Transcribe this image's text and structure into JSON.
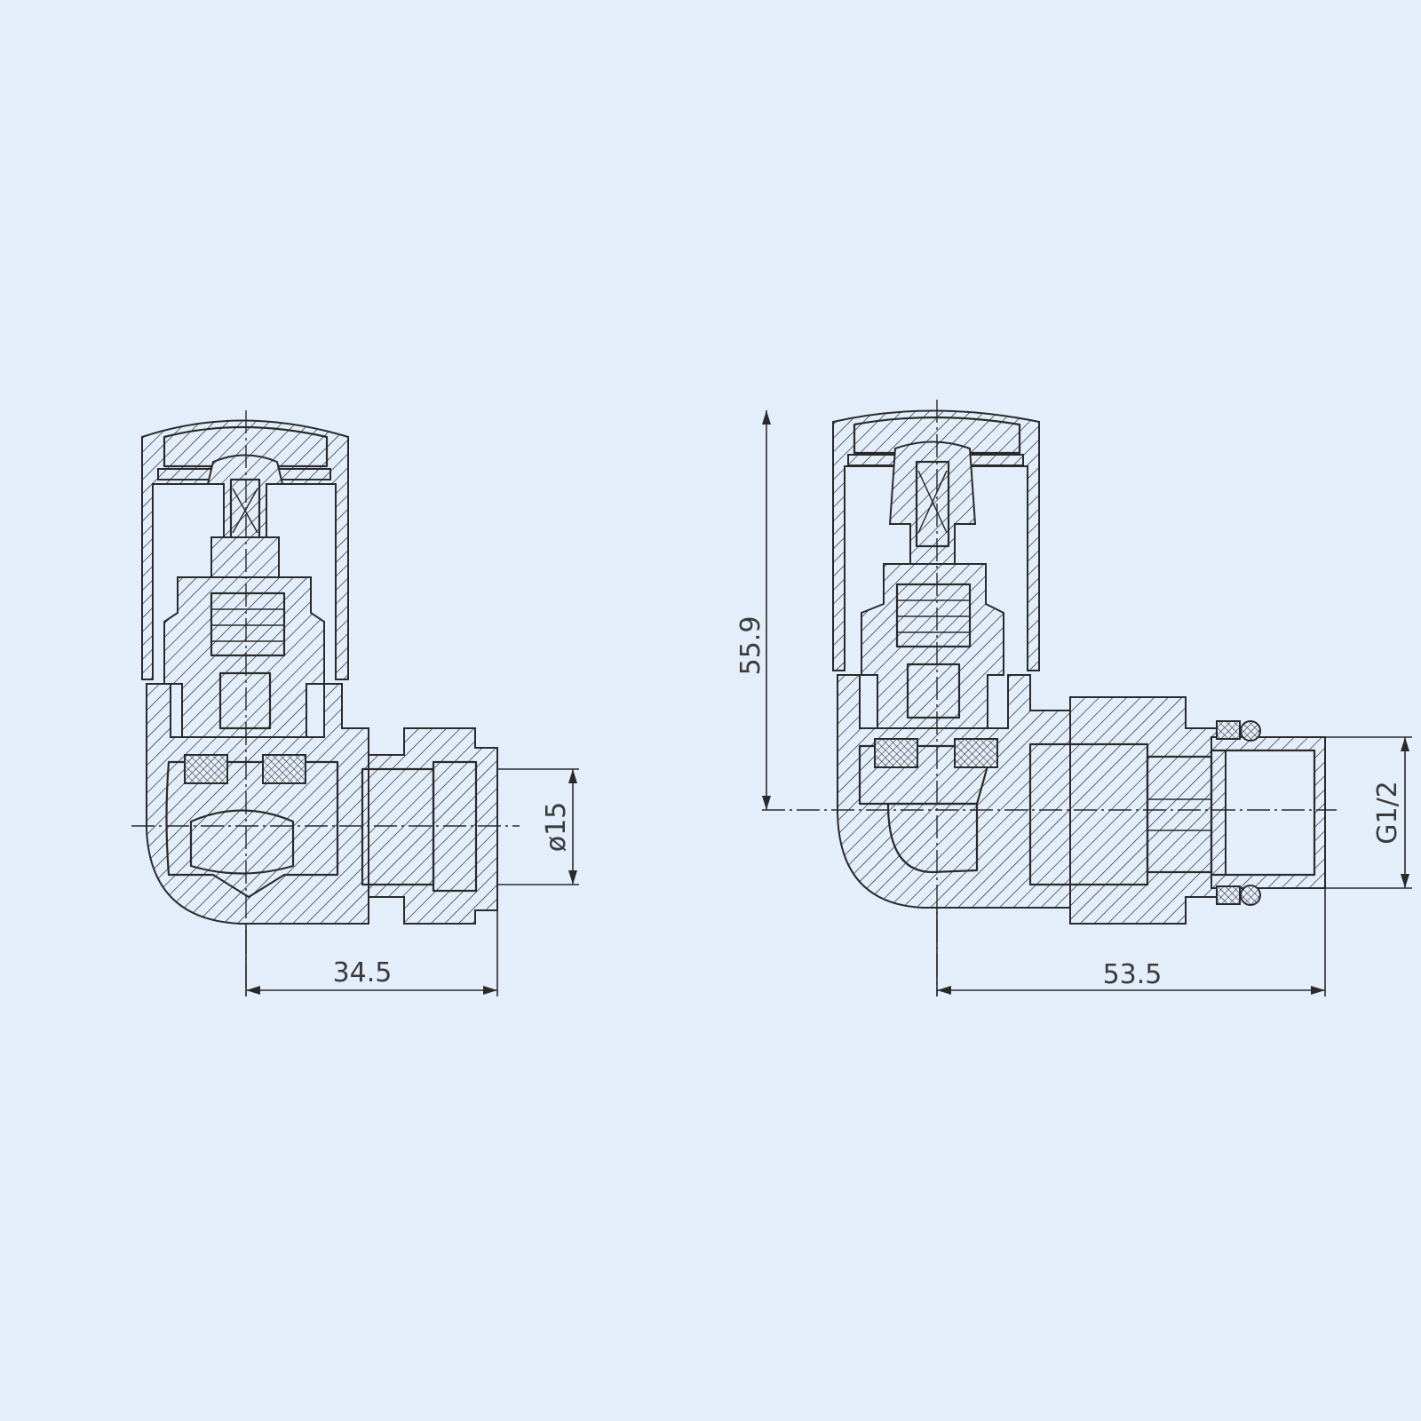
{
  "colors": {
    "background": "#e3eefa",
    "line": "#2a2a2a"
  },
  "left_view": {
    "width_dimension": "34.5",
    "pipe_diameter_dimension": "ø15"
  },
  "right_view": {
    "width_dimension": "53.5",
    "height_dimension": "55.9",
    "thread_dimension": "G1/2"
  }
}
